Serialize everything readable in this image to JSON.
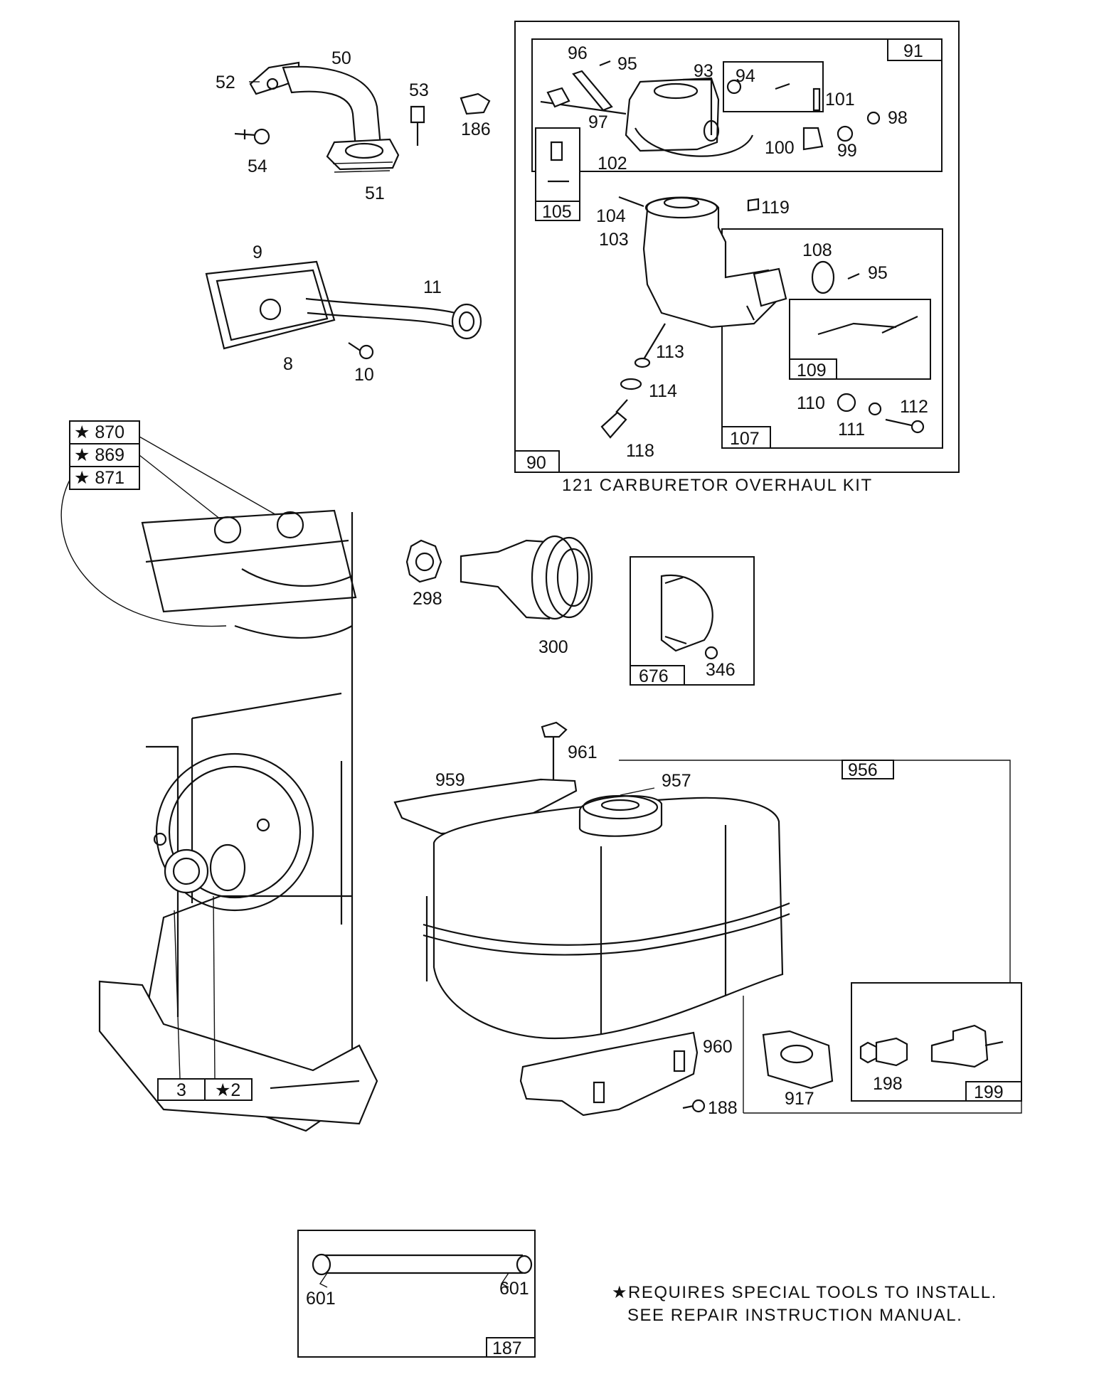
{
  "labels": {
    "l50": "50",
    "l52": "52",
    "l53": "53",
    "l186": "186",
    "l54": "54",
    "l51": "51",
    "l9": "9",
    "l11": "11",
    "l8": "8",
    "l10": "10",
    "l96": "96",
    "l95a": "95",
    "l93": "93",
    "l94": "94",
    "l101": "101",
    "l98": "98",
    "l97": "97",
    "l100": "100",
    "l99": "99",
    "l102": "102",
    "l104": "104",
    "l119": "119",
    "l103": "103",
    "l108": "108",
    "l95b": "95",
    "l113": "113",
    "l114": "114",
    "l110": "110",
    "l112": "112",
    "l111": "111",
    "l118": "118",
    "l298": "298",
    "l300": "300",
    "l346": "346",
    "l961": "961",
    "l959": "959",
    "l957": "957",
    "l960": "960",
    "l917": "917",
    "l198": "198",
    "l188": "188",
    "l601a": "601",
    "l601b": "601"
  },
  "boxes": {
    "b91": "91",
    "b105": "105",
    "b109": "109",
    "b107": "107",
    "b90": "90",
    "b676": "676",
    "b956": "956",
    "b199": "199",
    "b3": "3",
    "b2": "★2",
    "b870": "★ 870",
    "b869": "★ 869",
    "b871": "★ 871",
    "b187": "187"
  },
  "kit_caption": "121 CARBURETOR OVERHAUL KIT",
  "footnote": {
    "line1": "★REQUIRES SPECIAL TOOLS TO INSTALL.",
    "line2": "SEE REPAIR INSTRUCTION MANUAL."
  }
}
